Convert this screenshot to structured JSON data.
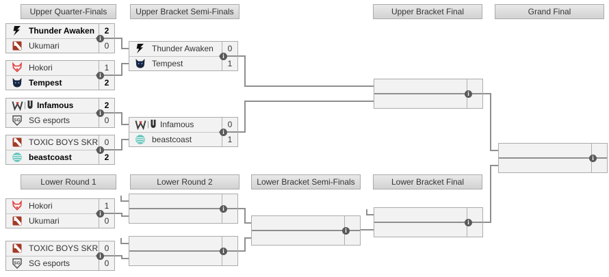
{
  "headers": {
    "upper_quarterfinals": "Upper Quarter-Finals",
    "upper_semifinals": "Upper Bracket Semi-Finals",
    "upper_final": "Upper Bracket Final",
    "grand_final": "Grand Final",
    "lower_round1": "Lower Round 1",
    "lower_round2": "Lower Round 2",
    "lower_semifinals": "Lower Bracket Semi-Finals",
    "lower_final": "Lower Bracket Final"
  },
  "matches": {
    "uqf1": {
      "teams": [
        {
          "name": "Thunder Awaken",
          "score": "2",
          "winner": true,
          "icon": "thunder-awaken-logo"
        },
        {
          "name": "Ukumari",
          "score": "0",
          "winner": false,
          "icon": "dota-default-logo"
        }
      ]
    },
    "uqf2": {
      "teams": [
        {
          "name": "Hokori",
          "score": "1",
          "winner": false,
          "icon": "hokori-logo"
        },
        {
          "name": "Tempest",
          "score": "2",
          "winner": true,
          "icon": "tempest-logo"
        }
      ]
    },
    "uqf3": {
      "teams": [
        {
          "name": "Infamous",
          "score": "2",
          "winner": true,
          "icon": "infamous-logo"
        },
        {
          "name": "SG esports",
          "score": "0",
          "winner": false,
          "icon": "sg-esports-logo"
        }
      ]
    },
    "uqf4": {
      "teams": [
        {
          "name": "TOXIC BOYS SKR",
          "score": "0",
          "winner": false,
          "icon": "dota-default-logo"
        },
        {
          "name": "beastcoast",
          "score": "2",
          "winner": true,
          "icon": "beastcoast-logo"
        }
      ]
    },
    "ubsf1": {
      "teams": [
        {
          "name": "Thunder Awaken",
          "score": "0",
          "winner": false,
          "icon": "thunder-awaken-logo"
        },
        {
          "name": "Tempest",
          "score": "1",
          "winner": false,
          "icon": "tempest-logo"
        }
      ]
    },
    "ubsf2": {
      "teams": [
        {
          "name": "Infamous",
          "score": "0",
          "winner": false,
          "icon": "infamous-logo"
        },
        {
          "name": "beastcoast",
          "score": "1",
          "winner": false,
          "icon": "beastcoast-logo"
        }
      ]
    },
    "ubf": {
      "teams": [
        {
          "name": "",
          "score": ""
        },
        {
          "name": "",
          "score": ""
        }
      ]
    },
    "gf": {
      "teams": [
        {
          "name": "",
          "score": ""
        },
        {
          "name": "",
          "score": ""
        }
      ]
    },
    "lr1m1": {
      "teams": [
        {
          "name": "Hokori",
          "score": "1",
          "winner": false,
          "icon": "hokori-logo"
        },
        {
          "name": "Ukumari",
          "score": "0",
          "winner": false,
          "icon": "dota-default-logo"
        }
      ]
    },
    "lr1m2": {
      "teams": [
        {
          "name": "TOXIC BOYS SKR",
          "score": "0",
          "winner": false,
          "icon": "dota-default-logo"
        },
        {
          "name": "SG esports",
          "score": "0",
          "winner": false,
          "icon": "sg-esports-logo"
        }
      ]
    },
    "lr2m1": {
      "teams": [
        {
          "name": "",
          "score": ""
        },
        {
          "name": "",
          "score": ""
        }
      ]
    },
    "lr2m2": {
      "teams": [
        {
          "name": "",
          "score": ""
        },
        {
          "name": "",
          "score": ""
        }
      ]
    },
    "lbsf": {
      "teams": [
        {
          "name": "",
          "score": ""
        },
        {
          "name": "",
          "score": ""
        }
      ]
    },
    "lbf": {
      "teams": [
        {
          "name": "",
          "score": ""
        },
        {
          "name": "",
          "score": ""
        }
      ]
    }
  },
  "info_icon_glyph": "i",
  "icons": {
    "thunder-awaken-logo": "black angular lightning bolt",
    "dota-default-logo": "rust-red square with white diagonal slash (default Dota 2 team logo)",
    "hokori-logo": "red fox head outline",
    "tempest-logo": "dark navy wolf/cat head with blue eyes",
    "infamous-logo": "dark crown W with red triangle, pipe, dark U emblem",
    "sg-esports-logo": "gray shield with SG letters",
    "beastcoast-logo": "teal globe circle with white wave lines",
    "match-info-icon": "dark gray circle with white letter i"
  },
  "colors": {
    "page_bg": "#ffffff",
    "header_bg_top": "#e9e9e9",
    "header_bg_bottom": "#d2d2d2",
    "header_border": "#aaaaaa",
    "box_bg": "#f2f2f2",
    "box_border": "#ababab",
    "connector": "#8e8e8e",
    "info_icon_bg": "#595959",
    "text": "#333333",
    "winner_text": "#000000",
    "dota_red": "#a23a27",
    "hokori_red": "#e23a3a",
    "tempest_navy": "#18263f",
    "beastcoast_teal": "#63c4ba",
    "infamous_red": "#c0271d"
  }
}
